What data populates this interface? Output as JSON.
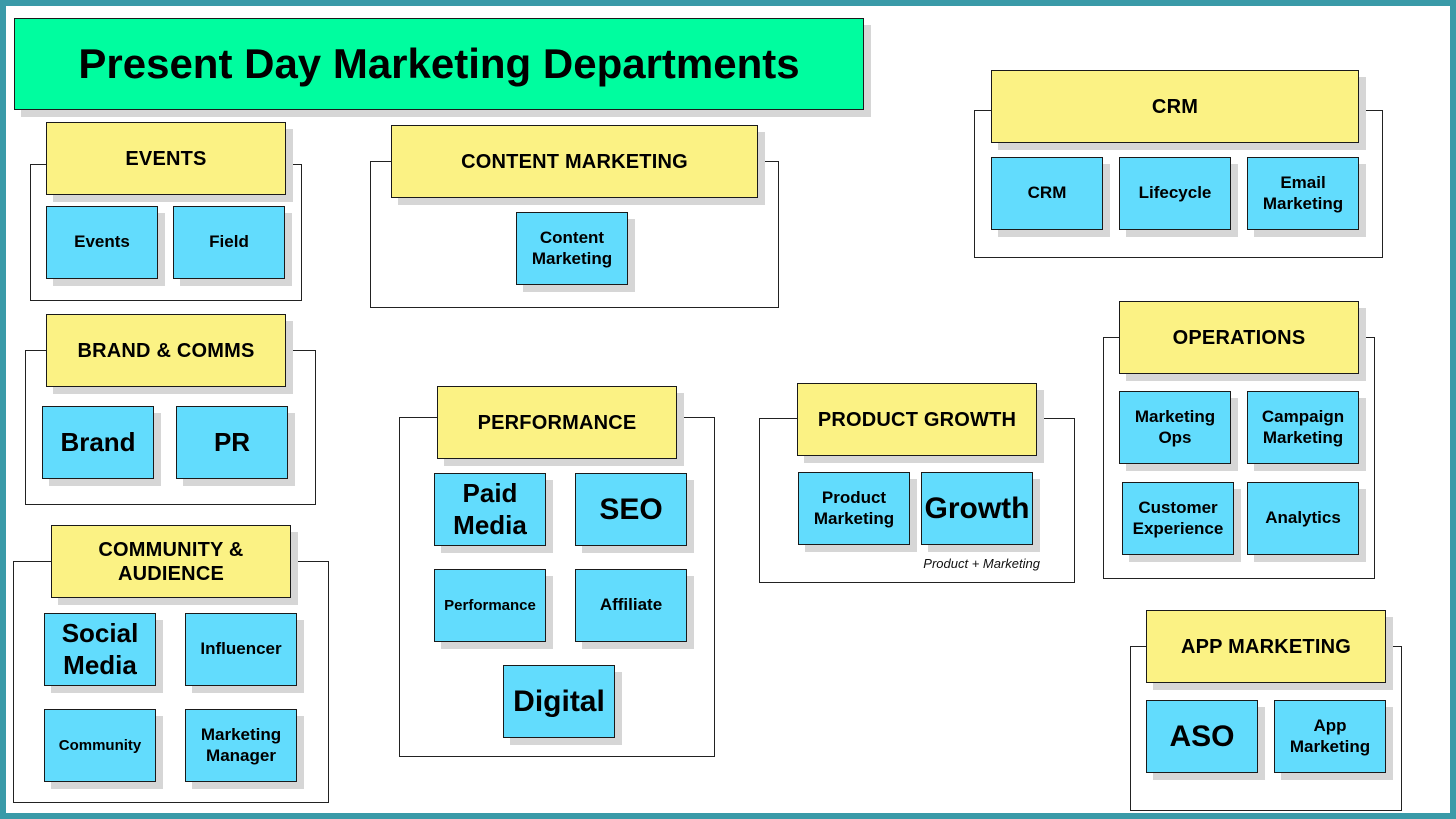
{
  "title": "Present Day Marketing Departments",
  "colors": {
    "title": "#00fd9f",
    "header": "#fbf284",
    "item": "#62dcfd",
    "frame": "#3a9aa8"
  },
  "events": {
    "header": "EVENTS",
    "items": [
      "Events",
      "Field"
    ]
  },
  "content_marketing": {
    "header": "CONTENT MARKETING",
    "items": [
      "Content\nMarketing"
    ]
  },
  "brand_comms": {
    "header": "BRAND & COMMS",
    "items": [
      "Brand",
      "PR"
    ]
  },
  "community_audience": {
    "header": "COMMUNITY &\nAUDIENCE",
    "items": [
      "Social\nMedia",
      "Influencer",
      "Community",
      "Marketing\nManager"
    ]
  },
  "performance": {
    "header": "PERFORMANCE",
    "items": [
      "Paid\nMedia",
      "SEO",
      "Performance",
      "Affiliate",
      "Digital"
    ]
  },
  "product_growth": {
    "header": "PRODUCT GROWTH",
    "items": [
      "Product\nMarketing",
      "Growth"
    ],
    "note": "Product + Marketing"
  },
  "crm": {
    "header": "CRM",
    "items": [
      "CRM",
      "Lifecycle",
      "Email\nMarketing"
    ]
  },
  "operations": {
    "header": "OPERATIONS",
    "items": [
      "Marketing\nOps",
      "Campaign\nMarketing",
      "Customer\nExperience",
      "Analytics"
    ]
  },
  "app_marketing": {
    "header": "APP MARKETING",
    "items": [
      "ASO",
      "App\nMarketing"
    ]
  }
}
